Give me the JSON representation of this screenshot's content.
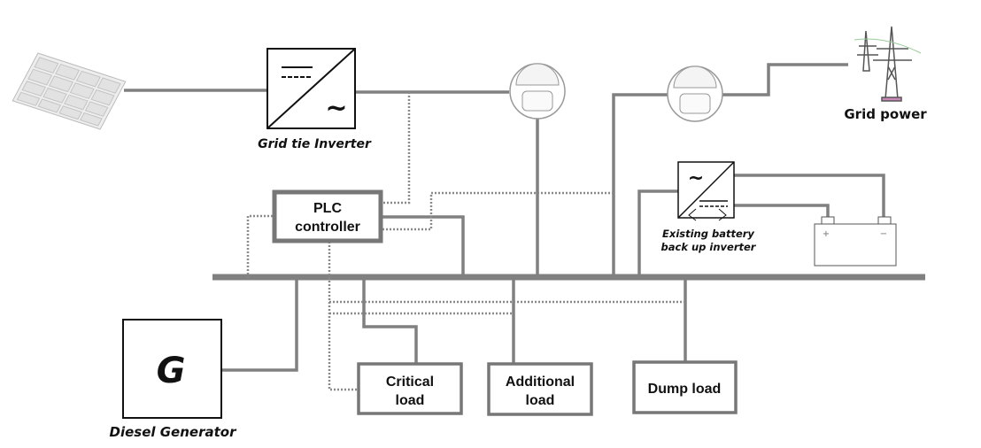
{
  "diagram": {
    "grid_tie_inverter": {
      "label": "Grid tie Inverter",
      "symbol": "~"
    },
    "plc": {
      "line1": "PLC",
      "line2": "controller"
    },
    "grid": {
      "label": "Grid power"
    },
    "battery_inverter": {
      "line1": "Existing battery",
      "line2": "back up inverter",
      "symbol": "~"
    },
    "battery": {
      "plus": "+",
      "minus": "−"
    },
    "generator": {
      "symbol": "G",
      "label": "Diesel Generator"
    },
    "loads": {
      "critical": {
        "line1": "Critical",
        "line2": "load"
      },
      "additional": {
        "line1": "Additional",
        "line2": "load"
      },
      "dump": {
        "label": "Dump load"
      }
    },
    "colors": {
      "wire": "#808080",
      "box": "#7a7a7a",
      "text": "#111111"
    }
  }
}
